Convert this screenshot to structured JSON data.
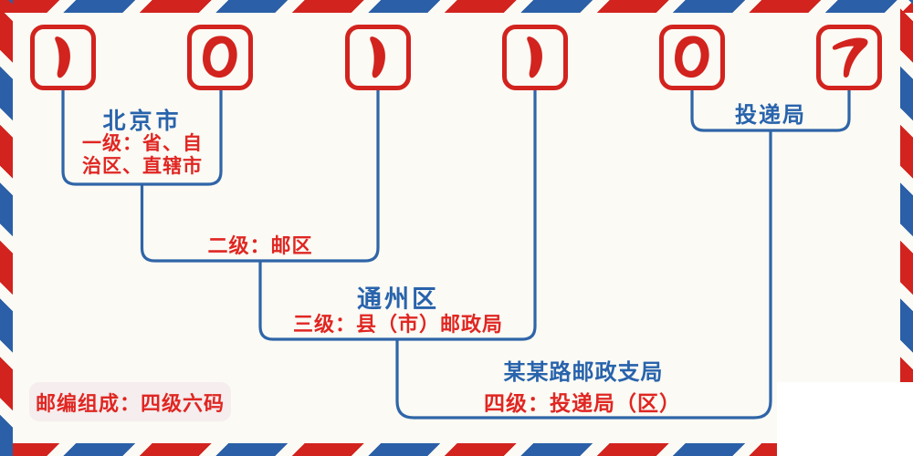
{
  "diagram": {
    "postal_code": {
      "digits": [
        "1",
        "0",
        "1",
        "1",
        "0",
        "7"
      ]
    },
    "annotations": {
      "level1_place": "北京市",
      "level1_desc": "一级：省、自\n治区、直辖市",
      "level2_desc": "二级：邮区",
      "level3_place": "通州区",
      "level3_desc": "三级：县（市）邮政局",
      "level4_place": "某某路邮政支局",
      "level4_desc": "四级：投递局（区）",
      "delivery_office": "投递局",
      "footer_badge": "邮编组成：四级六码"
    },
    "colors": {
      "stripe_red": "#d2231e",
      "stripe_blue": "#2b5fa7",
      "digit_red": "#d2231e",
      "text_blue": "#2863ac",
      "text_red": "#e02622",
      "line_blue": "#2f65a8",
      "badge_bg": "#f5edee",
      "canvas_bg": "#fbfaf4"
    }
  }
}
